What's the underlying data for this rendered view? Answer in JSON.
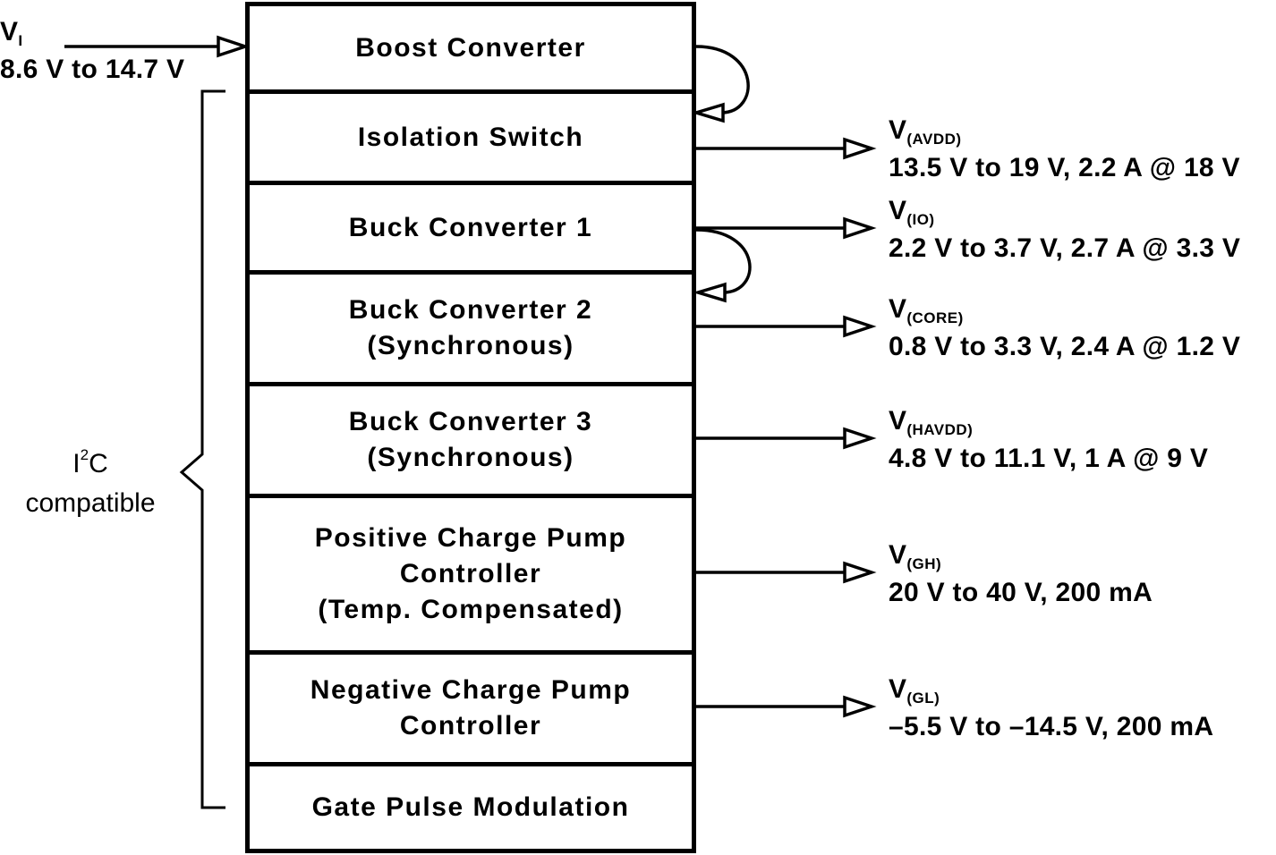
{
  "blocks": [
    {
      "lines": [
        "Boost Converter"
      ]
    },
    {
      "lines": [
        "Isolation Switch"
      ]
    },
    {
      "lines": [
        "Buck Converter 1"
      ]
    },
    {
      "lines": [
        "Buck Converter 2",
        "(Synchronous)"
      ]
    },
    {
      "lines": [
        "Buck Converter 3",
        "(Synchronous)"
      ]
    },
    {
      "lines": [
        "Positive Charge Pump",
        "Controller",
        "(Temp. Compensated)"
      ]
    },
    {
      "lines": [
        "Negative Charge Pump",
        "Controller"
      ]
    },
    {
      "lines": [
        "Gate Pulse Modulation"
      ]
    }
  ],
  "input": {
    "name": "V",
    "subscript": "I",
    "spec": "8.6 V to 14.7 V"
  },
  "outputs": [
    {
      "name": "V",
      "subscript": "(AVDD)",
      "spec": "13.5 V to 19 V, 2.2 A @ 18 V"
    },
    {
      "name": "V",
      "subscript": "(IO)",
      "spec": "2.2 V to 3.7 V, 2.7 A @ 3.3 V"
    },
    {
      "name": "V",
      "subscript": "(CORE)",
      "spec": "0.8 V to 3.3 V, 2.4 A @ 1.2 V"
    },
    {
      "name": "V",
      "subscript": "(HAVDD)",
      "spec": "4.8 V to 11.1 V, 1 A @ 9 V"
    },
    {
      "name": "V",
      "subscript": "(GH)",
      "spec": "20 V to 40 V, 200 mA"
    },
    {
      "name": "V",
      "subscript": "(GL)",
      "spec": "–5.5 V to –14.5 V, 200 mA"
    }
  ],
  "bus": {
    "prefix": "I",
    "superscript": "2",
    "suffix": "C",
    "line2": "compatible"
  }
}
